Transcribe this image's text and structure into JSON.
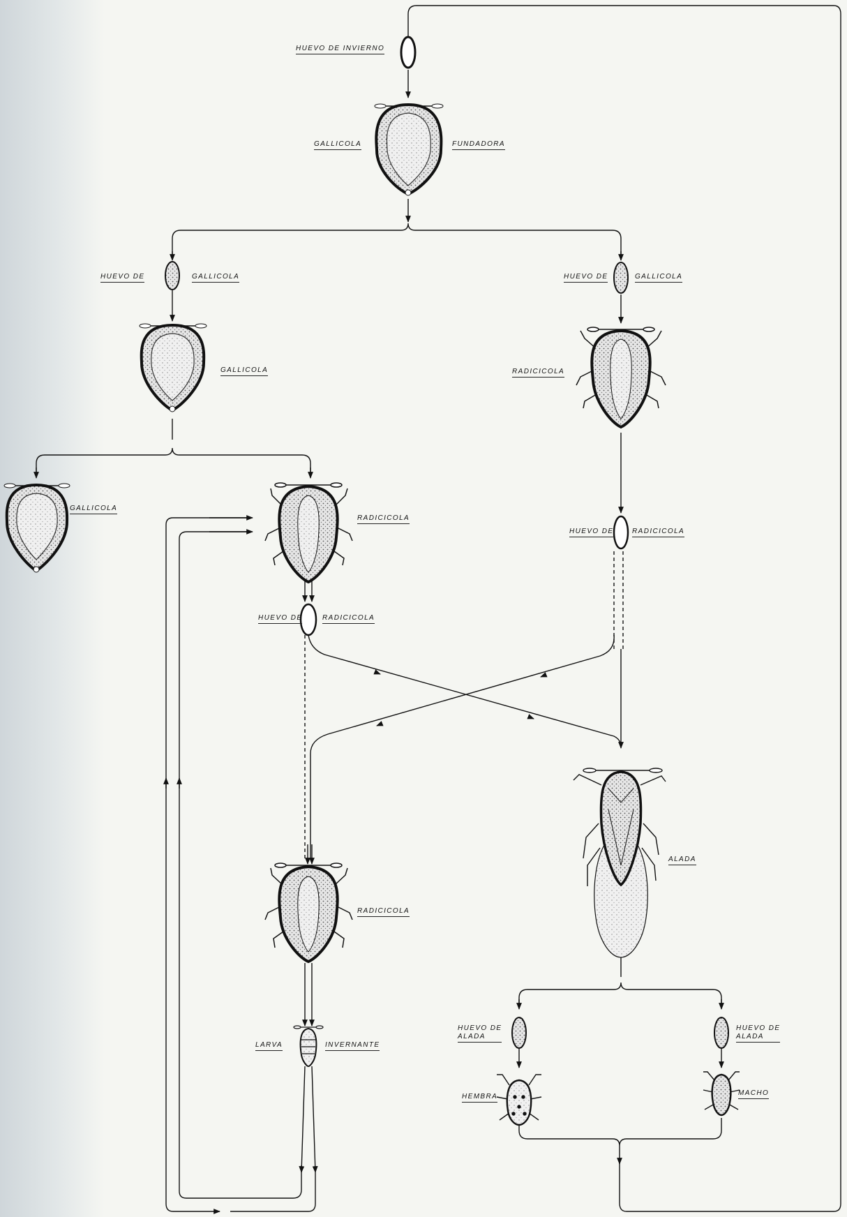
{
  "labels": {
    "huevo_invierno": "HUEVO DE INVIERNO",
    "gallicola_top": "GALLICOLA",
    "fundadora": "FUNDADORA",
    "huevo_de_left": "HUEVO DE",
    "gallicola_egg_left": "GALLICOLA",
    "huevo_de_right": "HUEVO DE",
    "gallicola_egg_right": "GALLICOLA",
    "gallicola_mid": "GALLICOLA",
    "radicicola_right": "RADICICOLA",
    "gallicola_far_left": "GALLICOLA",
    "radicicola_mid": "RADICICOLA",
    "huevo_de_rad_right": "HUEVO DE",
    "radicicola_egg_right": "RADICICOLA",
    "huevo_de_rad_mid": "HUEVO DE",
    "radicicola_egg_mid": "RADICICOLA",
    "alada": "ALADA",
    "radicicola_lower": "RADICICOLA",
    "huevo_de_alada_left": "HUEVO DE\nALADA",
    "huevo_de_alada_right": "HUEVO DE\nALADA",
    "larva": "LARVA",
    "invernante": "INVERNANTE",
    "hembra": "HEMBRA",
    "macho": "MACHO"
  },
  "colors": {
    "ink": "#111111",
    "paper": "#f5f6f2",
    "shadow": "#cfd6da"
  }
}
